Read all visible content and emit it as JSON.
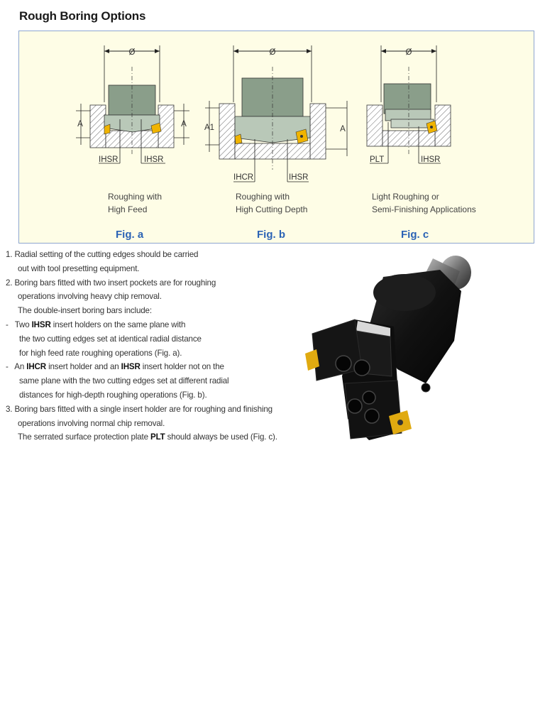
{
  "title": "Rough Boring Options",
  "diagram_labels": {
    "diameter": "Ø",
    "a": "A",
    "a1": "A1",
    "ihsr": "IHSR",
    "ihcr": "IHCR",
    "plt": "PLT"
  },
  "figures": [
    {
      "caption_line1": "Roughing with",
      "caption_line2": "High Feed",
      "label": "Fig. a"
    },
    {
      "caption_line1": "Roughing with",
      "caption_line2": "High Cutting Depth",
      "label": "Fig. b"
    },
    {
      "caption_line1": "Light Roughing or",
      "caption_line2": "Semi-Finishing Applications",
      "label": "Fig. c"
    }
  ],
  "text": {
    "l1": "1. Radial setting of the cutting edges should be carried",
    "l2": "out with tool presetting equipment.",
    "l3": "2. Boring bars fitted with two insert pockets are for roughing",
    "l4": "operations involving heavy chip removal.",
    "l5": "The double-insert boring bars include:",
    "l6_pre": "-   Two ",
    "l6_bold": "IHSR",
    "l6_post": " insert holders on the same plane with",
    "l7": "the two cutting edges set at identical radial distance",
    "l8": "for high feed rate roughing operations (Fig. a).",
    "l9_pre": "-   An ",
    "l9_bold1": "IHCR",
    "l9_mid": " insert holder and an ",
    "l9_bold2": "IHSR",
    "l9_post": " insert holder not on the",
    "l10": "same plane with the two cutting edges set at different radial",
    "l11": "distances for high-depth roughing operations (Fig. b).",
    "l12": "3. Boring bars fitted with a single insert holder are for roughing and finishing",
    "l13": "operations involving normal chip removal.",
    "l14_pre": "The serrated surface protection plate ",
    "l14_bold": "PLT",
    "l14_post": " should always be used (Fig. c)."
  },
  "colors": {
    "panel_bg": "#fefde6",
    "panel_border": "#8ea6cf",
    "figure_label": "#2b63b5",
    "tool_body": "#8a9e8a",
    "insert": "#f0b400"
  }
}
